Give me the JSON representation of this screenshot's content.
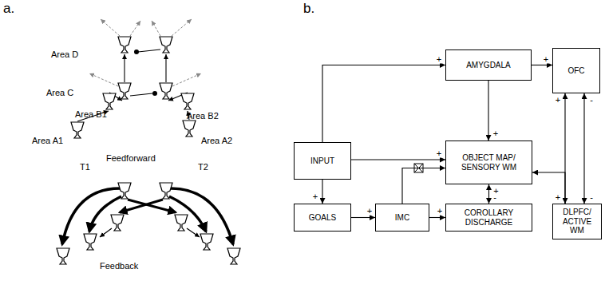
{
  "diagram": {
    "nodes": [
      {
        "text": [
          "AMYGDALA"
        ]
      },
      {
        "text": [
          "OFC"
        ]
      },
      {
        "text": [
          "INPUT"
        ]
      },
      {
        "text": [
          "OBJECT MAP/ SENSORY WM"
        ]
      },
      {
        "text": [
          "GOALS"
        ]
      },
      {
        "text": [
          "IMC"
        ]
      },
      {
        "text": [
          "COROLLARY DISCHARGE"
        ]
      },
      {
        "text": [
          "DLPFC/ ACTIVE WM"
        ]
      }
    ],
    "edges": [
      {
        "from": 2,
        "to": 0,
        "arrow": "to",
        "label": "+"
      },
      {
        "from": 0,
        "to": 1,
        "arrow": "to",
        "label": "+"
      },
      {
        "from": 0,
        "to": 3,
        "arrow": "to",
        "label": "+"
      },
      {
        "from": 2,
        "to": 3,
        "arrow": "to",
        "label": "+"
      },
      {
        "from": 5,
        "to": 3,
        "arrow": "to"
      },
      {
        "from": 2,
        "to": 4,
        "arrow": "to",
        "label": "+"
      },
      {
        "from": 4,
        "to": 5,
        "arrow": "to",
        "label": "+"
      },
      {
        "from": 5,
        "to": 6,
        "arrow": "to",
        "label": "+"
      },
      {
        "from": 3,
        "to": 6,
        "arrow": "both",
        "label": "+"
      },
      {
        "from": 1,
        "to": 7,
        "arrow": "both",
        "label": "+"
      },
      {
        "from": 1,
        "to": 7,
        "arrow": "both",
        "label": "-"
      },
      {
        "from": 7,
        "to": 3,
        "arrow": "to"
      }
    ],
    "labels": [
      "a.",
      "b.",
      "Area D",
      "Area C",
      "Area B1",
      "Area B2",
      "Area A1",
      "Area A2",
      "T1",
      "Feedforward",
      "T2",
      "Feedback",
      "+",
      "-",
      "-"
    ]
  }
}
